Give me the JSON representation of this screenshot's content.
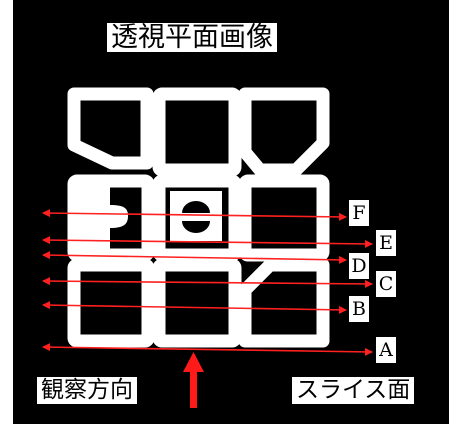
{
  "title": "透視平面画像",
  "caption_view_direction": "観察方向",
  "caption_slice_plane": "スライス面",
  "slice_labels": [
    {
      "id": "F",
      "label": "F"
    },
    {
      "id": "E",
      "label": "E"
    },
    {
      "id": "D",
      "label": "D"
    },
    {
      "id": "C",
      "label": "C"
    },
    {
      "id": "B",
      "label": "B"
    },
    {
      "id": "A",
      "label": "A"
    }
  ],
  "colors": {
    "background": "#000000",
    "structure": "#ffffff",
    "arrows": "#ff2020"
  }
}
